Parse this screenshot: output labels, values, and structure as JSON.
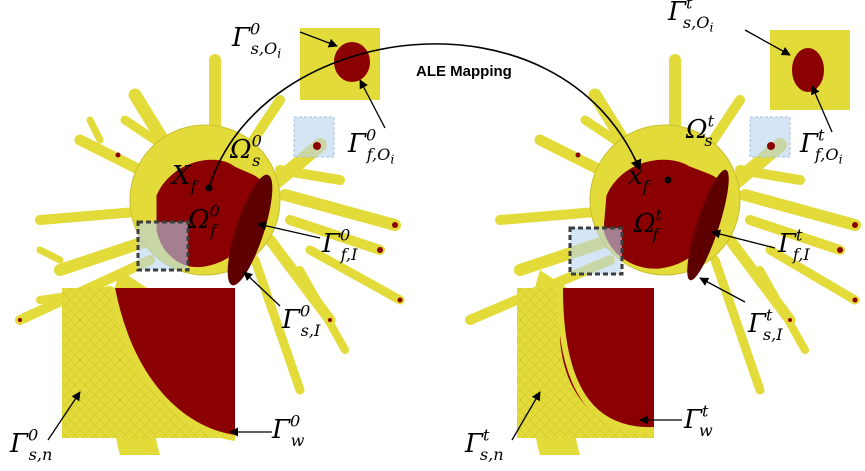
{
  "title": "ALE Mapping",
  "reference": {
    "outlet_solid": {
      "base": "Γ",
      "sup": "0",
      "sub": "s,O",
      "subsub": "i"
    },
    "outlet_fluid": {
      "base": "Γ",
      "sup": "0",
      "sub": "f,O",
      "subsub": "i"
    },
    "solid_domain": {
      "base": "Ω",
      "sup": "0",
      "sub": "s"
    },
    "fluid_domain": {
      "base": "Ω",
      "sup": "0",
      "sub": "f"
    },
    "point": {
      "base": "X",
      "sub": "f"
    },
    "interface_fluid": {
      "base": "Γ",
      "sup": "0",
      "sub": "f,I"
    },
    "interface_solid": {
      "base": "Γ",
      "sup": "0",
      "sub": "s,I"
    },
    "neumann": {
      "base": "Γ",
      "sup": "0",
      "sub": "s,n"
    },
    "wall": {
      "base": "Γ",
      "sup": "0",
      "sub": "w"
    }
  },
  "current": {
    "outlet_solid": {
      "base": "Γ",
      "sup": "t",
      "sub": "s,O",
      "subsub": "i"
    },
    "outlet_fluid": {
      "base": "Γ",
      "sup": "t",
      "sub": "f,O",
      "subsub": "i"
    },
    "solid_domain": {
      "base": "Ω",
      "sup": "t",
      "sub": "s"
    },
    "fluid_domain": {
      "base": "Ω",
      "sup": "t",
      "sub": "f"
    },
    "point": {
      "base": "x",
      "sub": "f"
    },
    "interface_fluid": {
      "base": "Γ",
      "sup": "t",
      "sub": "f,I"
    },
    "interface_solid": {
      "base": "Γ",
      "sup": "t",
      "sub": "s,I"
    },
    "neumann": {
      "base": "Γ",
      "sup": "t",
      "sub": "s,n"
    },
    "wall": {
      "base": "Γ",
      "sup": "t",
      "sub": "w"
    }
  },
  "colors": {
    "solid": "#e3db3a",
    "solid_dark": "#b8ab1e",
    "fluid": "#8b0000",
    "fluid_dark": "#5e0000",
    "highlight": "#b7d3ef",
    "highlight_dashed": "#3d3d3d"
  }
}
